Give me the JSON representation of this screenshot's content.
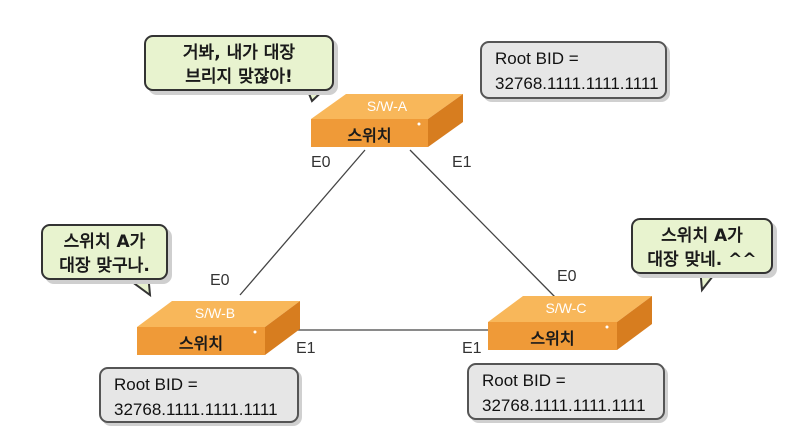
{
  "switches": {
    "a": {
      "name": "S/W-A",
      "label": "스위치"
    },
    "b": {
      "name": "S/W-B",
      "label": "스위치"
    },
    "c": {
      "name": "S/W-C",
      "label": "스위치"
    }
  },
  "ports": {
    "a_e0": "E0",
    "a_e1": "E1",
    "b_e0": "E0",
    "b_e1": "E1",
    "c_e0": "E0",
    "c_e1": "E1"
  },
  "bubbles": {
    "a": {
      "line1": "거봐, 내가 대장",
      "line2": "브리지 맞잖아!"
    },
    "b": {
      "line1": "스위치 A가",
      "line2": "대장 맞구나."
    },
    "c": {
      "line1": "스위치 A가",
      "line2": "대장 맞네. ^^"
    }
  },
  "root_bid": {
    "a": {
      "line1": "Root BID =",
      "line2": "32768.1111.1111.1111"
    },
    "b": {
      "line1": "Root BID =",
      "line2": "32768.1111.1111.1111"
    },
    "c": {
      "line1": "Root BID =",
      "line2": "32768.1111.1111.1111"
    }
  },
  "colors": {
    "switch_top": "#f8b75a",
    "switch_front": "#ef9a38",
    "switch_side": "#d77d1f",
    "bubble_fill": "#e8f3cf",
    "bid_fill": "#e6e6e6",
    "link": "#444444"
  }
}
